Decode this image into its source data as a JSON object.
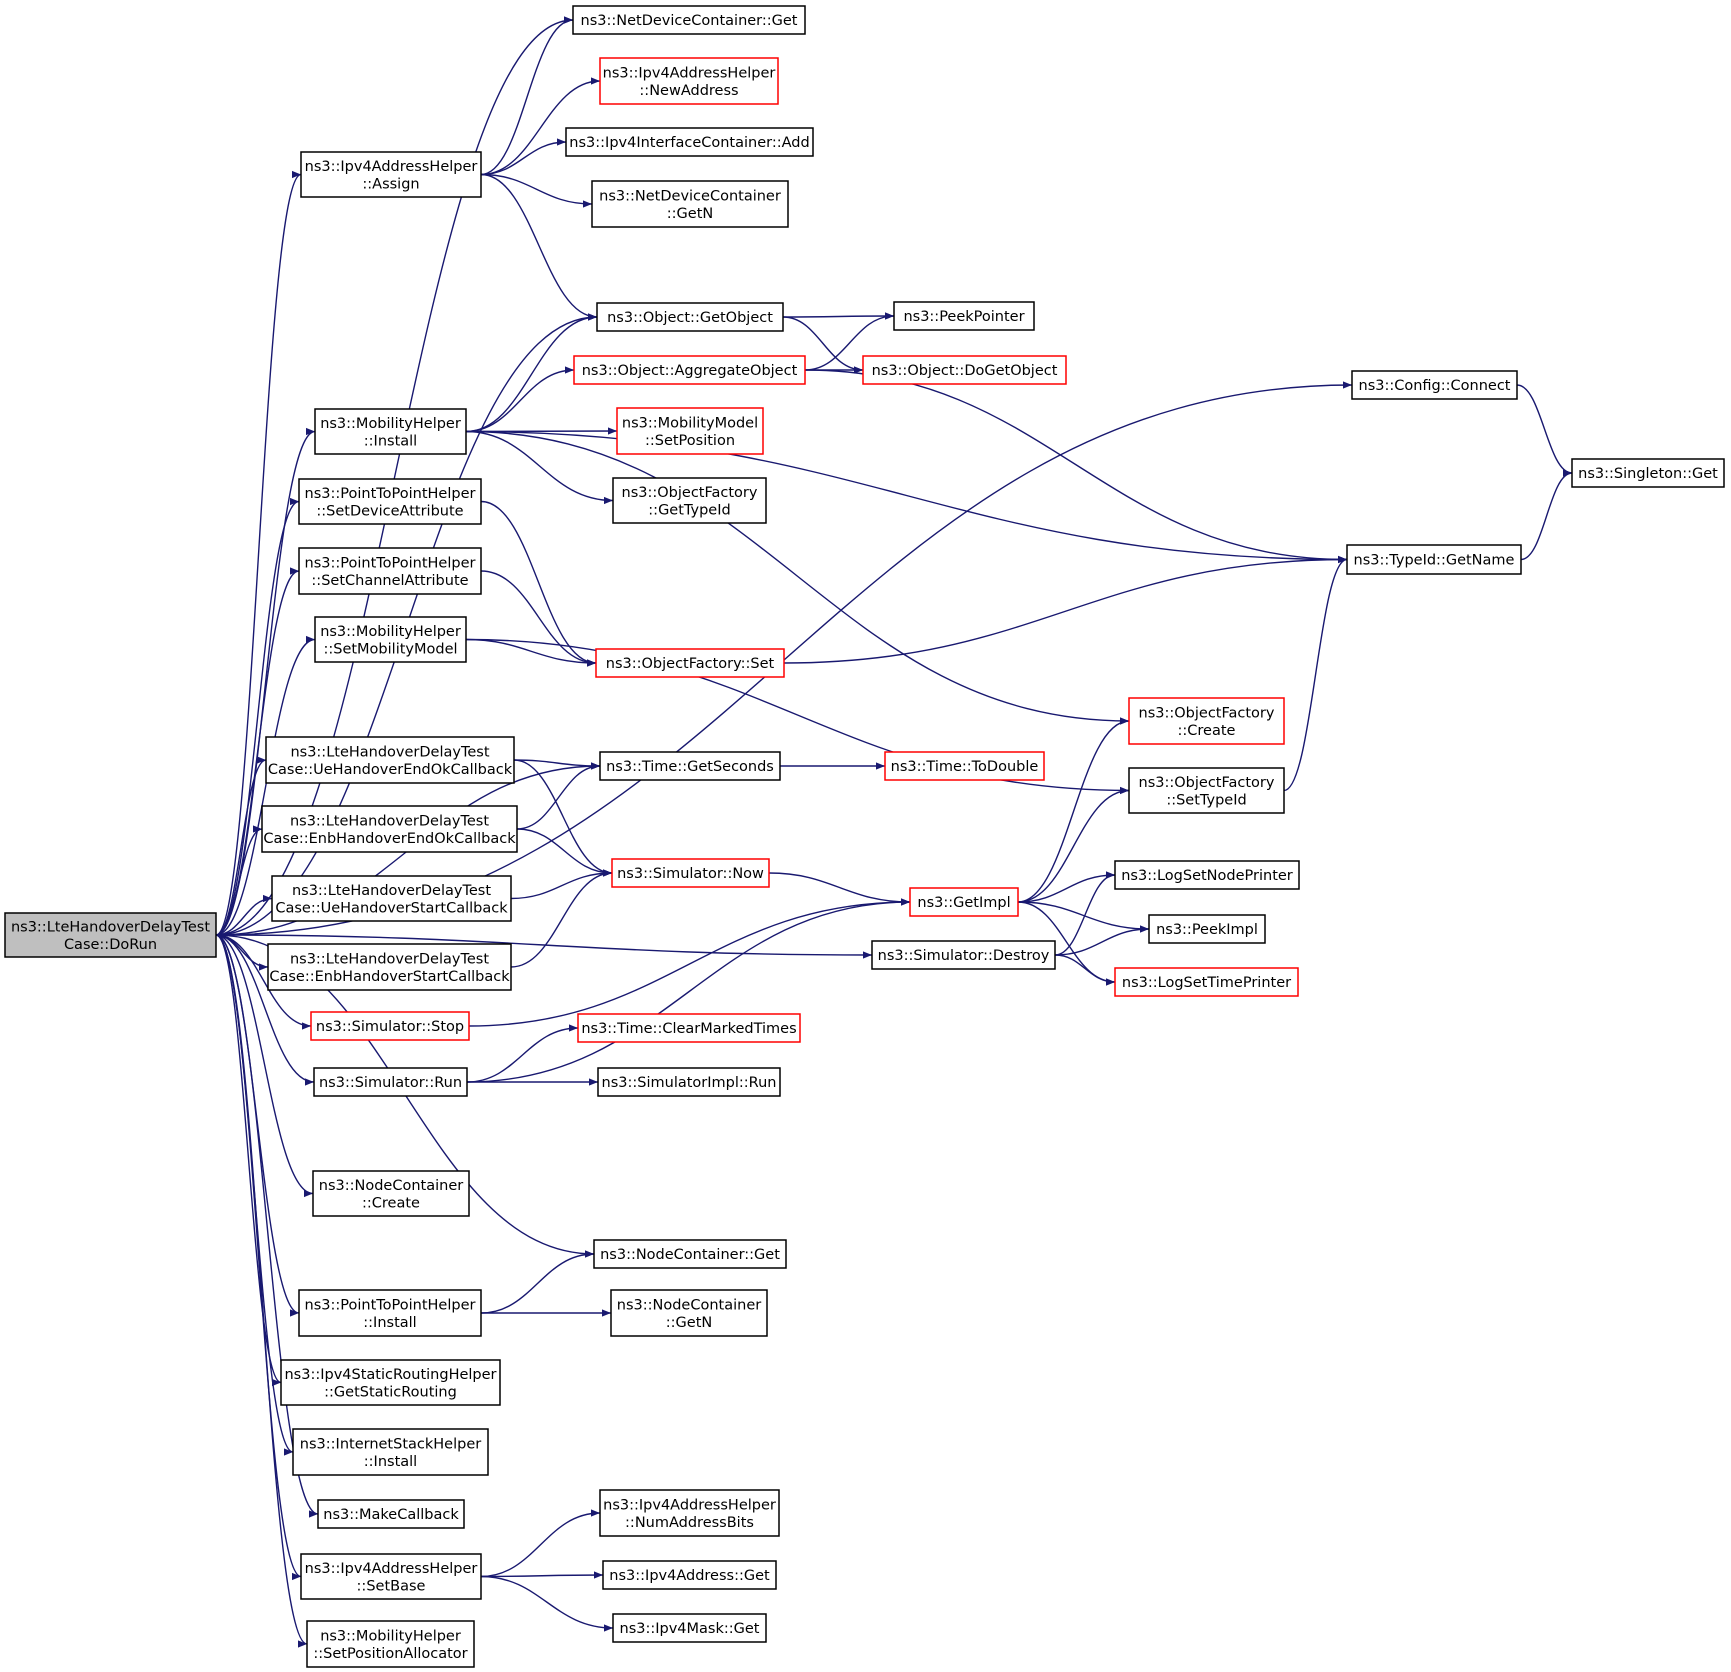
{
  "graph": {
    "colors": {
      "edge": "#191970",
      "box_border": "#000000",
      "box_border_red": "#ff0000",
      "root_fill": "#bfbfbf"
    },
    "nodes": [
      {
        "id": "dorun",
        "lines": [
          "ns3::LteHandoverDelayTest",
          "Case::DoRun"
        ],
        "style": "root"
      },
      {
        "id": "ndc-get",
        "lines": [
          "ns3::NetDeviceContainer::Get"
        ],
        "style": "normal"
      },
      {
        "id": "ipv4ah-newaddress",
        "lines": [
          "ns3::Ipv4AddressHelper",
          "::NewAddress"
        ],
        "style": "red"
      },
      {
        "id": "ipv4ic-add",
        "lines": [
          "ns3::Ipv4InterfaceContainer::Add"
        ],
        "style": "normal"
      },
      {
        "id": "ndc-getn",
        "lines": [
          "ns3::NetDeviceContainer",
          "::GetN"
        ],
        "style": "normal"
      },
      {
        "id": "ipv4ah-assign",
        "lines": [
          "ns3::Ipv4AddressHelper",
          "::Assign"
        ],
        "style": "normal"
      },
      {
        "id": "obj-getobject",
        "lines": [
          "ns3::Object::GetObject"
        ],
        "style": "normal"
      },
      {
        "id": "peekpointer",
        "lines": [
          "ns3::PeekPointer"
        ],
        "style": "normal"
      },
      {
        "id": "obj-aggregate",
        "lines": [
          "ns3::Object::AggregateObject"
        ],
        "style": "red"
      },
      {
        "id": "obj-dogetobject",
        "lines": [
          "ns3::Object::DoGetObject"
        ],
        "style": "red"
      },
      {
        "id": "config-connect",
        "lines": [
          "ns3::Config::Connect"
        ],
        "style": "normal"
      },
      {
        "id": "singleton-get",
        "lines": [
          "ns3::Singleton::Get"
        ],
        "style": "normal"
      },
      {
        "id": "mh-install",
        "lines": [
          "ns3::MobilityHelper",
          "::Install"
        ],
        "style": "normal"
      },
      {
        "id": "mm-setposition",
        "lines": [
          "ns3::MobilityModel",
          "::SetPosition"
        ],
        "style": "red"
      },
      {
        "id": "of-gettypeid",
        "lines": [
          "ns3::ObjectFactory",
          "::GetTypeId"
        ],
        "style": "normal"
      },
      {
        "id": "p2p-setdevattr",
        "lines": [
          "ns3::PointToPointHelper",
          "::SetDeviceAttribute"
        ],
        "style": "normal"
      },
      {
        "id": "typeid-getname",
        "lines": [
          "ns3::TypeId::GetName"
        ],
        "style": "normal"
      },
      {
        "id": "p2p-setchanattr",
        "lines": [
          "ns3::PointToPointHelper",
          "::SetChannelAttribute"
        ],
        "style": "normal"
      },
      {
        "id": "mh-setmobmodel",
        "lines": [
          "ns3::MobilityHelper",
          "::SetMobilityModel"
        ],
        "style": "normal"
      },
      {
        "id": "of-set",
        "lines": [
          "ns3::ObjectFactory::Set"
        ],
        "style": "red"
      },
      {
        "id": "of-create",
        "lines": [
          "ns3::ObjectFactory",
          "::Create"
        ],
        "style": "red"
      },
      {
        "id": "ue-ho-endok",
        "lines": [
          "ns3::LteHandoverDelayTest",
          "Case::UeHandoverEndOkCallback"
        ],
        "style": "normal"
      },
      {
        "id": "time-getseconds",
        "lines": [
          "ns3::Time::GetSeconds"
        ],
        "style": "normal"
      },
      {
        "id": "time-todouble",
        "lines": [
          "ns3::Time::ToDouble"
        ],
        "style": "red"
      },
      {
        "id": "of-settypeid",
        "lines": [
          "ns3::ObjectFactory",
          "::SetTypeId"
        ],
        "style": "normal"
      },
      {
        "id": "enb-ho-endok",
        "lines": [
          "ns3::LteHandoverDelayTest",
          "Case::EnbHandoverEndOkCallback"
        ],
        "style": "normal"
      },
      {
        "id": "sim-now",
        "lines": [
          "ns3::Simulator::Now"
        ],
        "style": "red"
      },
      {
        "id": "logsetnodeprinter",
        "lines": [
          "ns3::LogSetNodePrinter"
        ],
        "style": "normal"
      },
      {
        "id": "ue-ho-start",
        "lines": [
          "ns3::LteHandoverDelayTest",
          "Case::UeHandoverStartCallback"
        ],
        "style": "normal"
      },
      {
        "id": "getimpl",
        "lines": [
          "ns3::GetImpl"
        ],
        "style": "red"
      },
      {
        "id": "peekimpl",
        "lines": [
          "ns3::PeekImpl"
        ],
        "style": "normal"
      },
      {
        "id": "enb-ho-start",
        "lines": [
          "ns3::LteHandoverDelayTest",
          "Case::EnbHandoverStartCallback"
        ],
        "style": "normal"
      },
      {
        "id": "sim-destroy",
        "lines": [
          "ns3::Simulator::Destroy"
        ],
        "style": "normal"
      },
      {
        "id": "logsettimeprinter",
        "lines": [
          "ns3::LogSetTimePrinter"
        ],
        "style": "red"
      },
      {
        "id": "sim-stop",
        "lines": [
          "ns3::Simulator::Stop"
        ],
        "style": "red"
      },
      {
        "id": "time-clearmarked",
        "lines": [
          "ns3::Time::ClearMarkedTimes"
        ],
        "style": "red"
      },
      {
        "id": "sim-run",
        "lines": [
          "ns3::Simulator::Run"
        ],
        "style": "normal"
      },
      {
        "id": "simimpl-run",
        "lines": [
          "ns3::SimulatorImpl::Run"
        ],
        "style": "normal"
      },
      {
        "id": "nc-create",
        "lines": [
          "ns3::NodeContainer",
          "::Create"
        ],
        "style": "normal"
      },
      {
        "id": "nc-get",
        "lines": [
          "ns3::NodeContainer::Get"
        ],
        "style": "normal"
      },
      {
        "id": "p2p-install",
        "lines": [
          "ns3::PointToPointHelper",
          "::Install"
        ],
        "style": "normal"
      },
      {
        "id": "nc-getn",
        "lines": [
          "ns3::NodeContainer",
          "::GetN"
        ],
        "style": "normal"
      },
      {
        "id": "ipv4srh-getstatic",
        "lines": [
          "ns3::Ipv4StaticRoutingHelper",
          "::GetStaticRouting"
        ],
        "style": "normal"
      },
      {
        "id": "ish-install",
        "lines": [
          "ns3::InternetStackHelper",
          "::Install"
        ],
        "style": "normal"
      },
      {
        "id": "makecallback",
        "lines": [
          "ns3::MakeCallback"
        ],
        "style": "normal"
      },
      {
        "id": "ipv4ah-numaddrbits",
        "lines": [
          "ns3::Ipv4AddressHelper",
          "::NumAddressBits"
        ],
        "style": "normal"
      },
      {
        "id": "ipv4ah-setbase",
        "lines": [
          "ns3::Ipv4AddressHelper",
          "::SetBase"
        ],
        "style": "normal"
      },
      {
        "id": "ipv4address-get",
        "lines": [
          "ns3::Ipv4Address::Get"
        ],
        "style": "normal"
      },
      {
        "id": "ipv4mask-get",
        "lines": [
          "ns3::Ipv4Mask::Get"
        ],
        "style": "normal"
      },
      {
        "id": "mh-setposalloc",
        "lines": [
          "ns3::MobilityHelper",
          "::SetPositionAllocator"
        ],
        "style": "normal"
      }
    ],
    "edges": [
      [
        "dorun",
        "ndc-get"
      ],
      [
        "dorun",
        "ipv4ah-assign"
      ],
      [
        "dorun",
        "config-connect"
      ],
      [
        "dorun",
        "obj-getobject"
      ],
      [
        "dorun",
        "mh-install"
      ],
      [
        "dorun",
        "p2p-setdevattr"
      ],
      [
        "dorun",
        "p2p-setchanattr"
      ],
      [
        "dorun",
        "mh-setmobmodel"
      ],
      [
        "dorun",
        "time-getseconds"
      ],
      [
        "dorun",
        "ue-ho-endok"
      ],
      [
        "dorun",
        "enb-ho-endok"
      ],
      [
        "dorun",
        "ue-ho-start"
      ],
      [
        "dorun",
        "enb-ho-start"
      ],
      [
        "dorun",
        "sim-stop"
      ],
      [
        "dorun",
        "sim-run"
      ],
      [
        "dorun",
        "sim-destroy"
      ],
      [
        "dorun",
        "nc-create"
      ],
      [
        "dorun",
        "nc-get"
      ],
      [
        "dorun",
        "p2p-install"
      ],
      [
        "dorun",
        "ipv4srh-getstatic"
      ],
      [
        "dorun",
        "ish-install"
      ],
      [
        "dorun",
        "makecallback"
      ],
      [
        "dorun",
        "ipv4ah-setbase"
      ],
      [
        "dorun",
        "mh-setposalloc"
      ],
      [
        "ipv4ah-assign",
        "ndc-get"
      ],
      [
        "ipv4ah-assign",
        "ipv4ah-newaddress"
      ],
      [
        "ipv4ah-assign",
        "ipv4ic-add"
      ],
      [
        "ipv4ah-assign",
        "ndc-getn"
      ],
      [
        "ipv4ah-assign",
        "obj-getobject"
      ],
      [
        "obj-getobject",
        "peekpointer"
      ],
      [
        "obj-getobject",
        "obj-dogetobject"
      ],
      [
        "obj-aggregate",
        "peekpointer"
      ],
      [
        "obj-aggregate",
        "obj-dogetobject"
      ],
      [
        "obj-aggregate",
        "typeid-getname"
      ],
      [
        "config-connect",
        "singleton-get"
      ],
      [
        "typeid-getname",
        "singleton-get"
      ],
      [
        "mh-install",
        "obj-getobject"
      ],
      [
        "mh-install",
        "obj-aggregate"
      ],
      [
        "mh-install",
        "mm-setposition"
      ],
      [
        "mh-install",
        "of-gettypeid"
      ],
      [
        "mh-install",
        "typeid-getname"
      ],
      [
        "mh-install",
        "of-create"
      ],
      [
        "p2p-setdevattr",
        "of-set"
      ],
      [
        "p2p-setchanattr",
        "of-set"
      ],
      [
        "mh-setmobmodel",
        "of-set"
      ],
      [
        "mh-setmobmodel",
        "of-settypeid"
      ],
      [
        "of-set",
        "typeid-getname"
      ],
      [
        "of-settypeid",
        "typeid-getname"
      ],
      [
        "ue-ho-endok",
        "time-getseconds"
      ],
      [
        "ue-ho-endok",
        "sim-now"
      ],
      [
        "enb-ho-endok",
        "time-getseconds"
      ],
      [
        "enb-ho-endok",
        "sim-now"
      ],
      [
        "time-getseconds",
        "time-todouble"
      ],
      [
        "ue-ho-start",
        "sim-now"
      ],
      [
        "enb-ho-start",
        "sim-now"
      ],
      [
        "sim-now",
        "getimpl"
      ],
      [
        "getimpl",
        "of-create"
      ],
      [
        "getimpl",
        "of-settypeid"
      ],
      [
        "getimpl",
        "logsetnodeprinter"
      ],
      [
        "getimpl",
        "peekimpl"
      ],
      [
        "getimpl",
        "logsettimeprinter"
      ],
      [
        "sim-destroy",
        "logsetnodeprinter"
      ],
      [
        "sim-destroy",
        "peekimpl"
      ],
      [
        "sim-destroy",
        "logsettimeprinter"
      ],
      [
        "sim-stop",
        "getimpl"
      ],
      [
        "sim-run",
        "getimpl"
      ],
      [
        "sim-run",
        "time-clearmarked"
      ],
      [
        "sim-run",
        "simimpl-run"
      ],
      [
        "p2p-install",
        "nc-get"
      ],
      [
        "p2p-install",
        "nc-getn"
      ],
      [
        "ipv4ah-setbase",
        "ipv4ah-numaddrbits"
      ],
      [
        "ipv4ah-setbase",
        "ipv4address-get"
      ],
      [
        "ipv4ah-setbase",
        "ipv4mask-get"
      ]
    ]
  }
}
